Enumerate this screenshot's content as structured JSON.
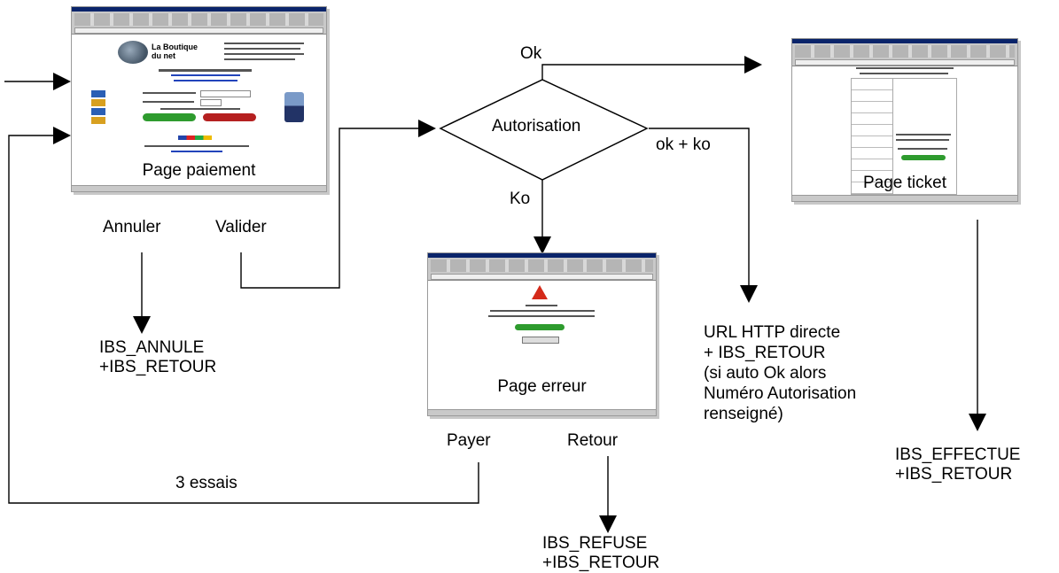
{
  "diagram": {
    "screens": {
      "payment": {
        "caption": "Page paiement",
        "shop_logo_text": "La Boutique du net"
      },
      "error": {
        "caption": "Page erreur"
      },
      "ticket": {
        "caption": "Page ticket"
      }
    },
    "decision": {
      "label": "Autorisation"
    },
    "edge_labels": {
      "ok": "Ok",
      "ko": "Ko",
      "ok_ko": "ok + ko",
      "annuler": "Annuler",
      "valider": "Valider",
      "payer": "Payer",
      "retour": "Retour",
      "essais": "3 essais"
    },
    "results": {
      "annule": "IBS_ANNULE\n+IBS_RETOUR",
      "refuse": "IBS_REFUSE\n+IBS_RETOUR",
      "effectue": "IBS_EFFECTUE\n+IBS_RETOUR",
      "url_http": "URL HTTP directe\n+ IBS_RETOUR\n(si auto Ok alors\nNuméro Autorisation\nrenseigné)"
    }
  }
}
